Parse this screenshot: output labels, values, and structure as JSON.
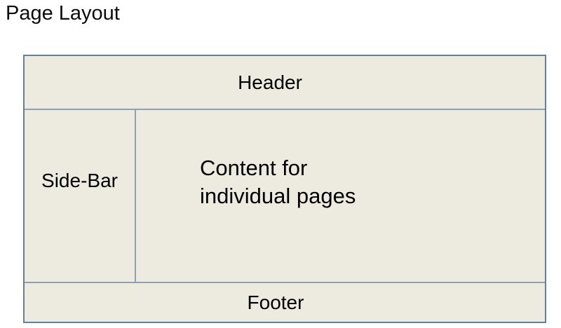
{
  "title": "Page Layout",
  "diagram": {
    "header": {
      "label": "Header"
    },
    "sidebar": {
      "label": "Side-Bar"
    },
    "content": {
      "label": "Content for\nindividual pages"
    },
    "footer": {
      "label": "Footer"
    }
  },
  "colors": {
    "background": "#ffffff",
    "fill": "#edeadf",
    "border": "#63809f",
    "divider": "#8fa0b5",
    "text": "#000000"
  }
}
